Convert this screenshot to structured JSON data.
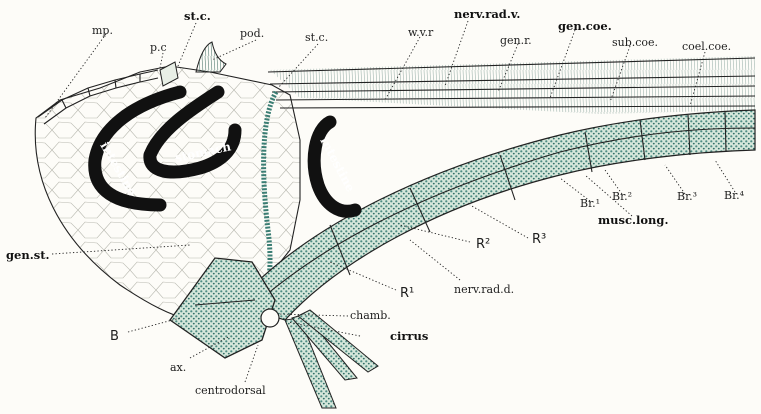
{
  "labels": {
    "mp": "mp.",
    "pc": "p.c",
    "stc_top": "st.c.",
    "pod": "pod.",
    "stc_mid": "st.c.",
    "wvr": "w.v.r",
    "nerv_rad_v": "nerv.rad.v.",
    "gen_r": "gen.r.",
    "gen_coe": "gen.coe.",
    "sub_coe": "sub.coe.",
    "coel_coe": "coel.coe.",
    "stomach": "stomach",
    "intestine_left": "intestine",
    "intestine_right": "intestine",
    "gen_st": "gen.st.",
    "B": "B",
    "ax": "ax.",
    "centrodorsal": "centrodorsal",
    "chamb": "chamb.",
    "cirrus": "cirrus",
    "nerv_rad_d": "nerv.rad.d.",
    "R1": "R¹",
    "R2": "R²",
    "R3": "R³",
    "Br1": "Br.¹",
    "Br2": "Br.²",
    "Br3": "Br.³",
    "Br4": "Br.⁴",
    "musc_long": "musc.long."
  },
  "colors": {
    "stipple": "#7aa7a0",
    "stipple_fill": "#cfe3d6",
    "gut": "#111111",
    "background": "#fdfcf8"
  }
}
